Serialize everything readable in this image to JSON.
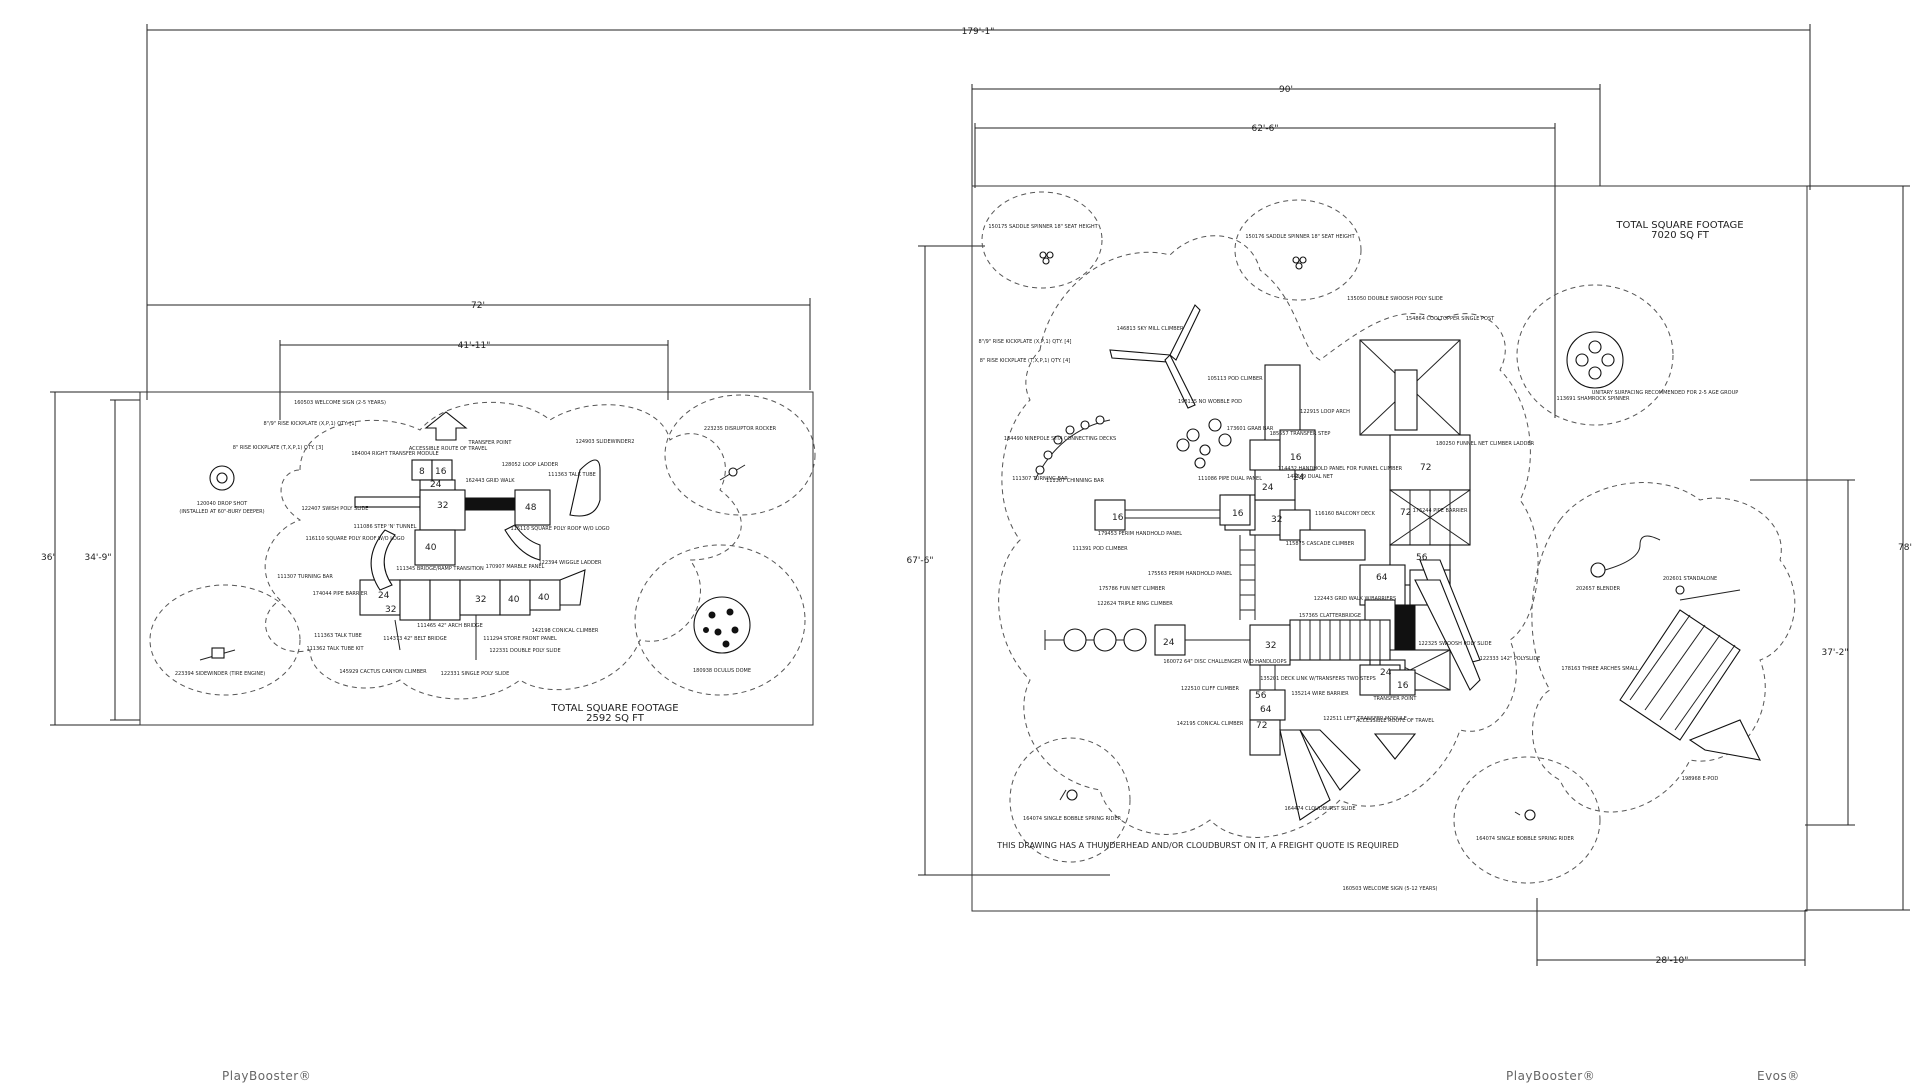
{
  "dimensions": {
    "overall_width": "179'-1\"",
    "left_width": "72'",
    "left_inner_width": "41'-11\"",
    "left_outer_height": "36'",
    "left_inner_height": "34'-9\"",
    "right_width": "90'",
    "right_inner_width": "62'-6\"",
    "right_height": "67'-6\"",
    "right_outer_height": "78'",
    "right_sub_height": "37'-2\"",
    "right_bottom_width": "28'-10\""
  },
  "left_plan": {
    "footage_title": "TOTAL SQUARE FOOTAGE",
    "footage_value": "2592 SQ FT",
    "deck_numbers": [
      "8",
      "16",
      "24",
      "32",
      "48",
      "40",
      "24",
      "32",
      "32",
      "40",
      "40"
    ],
    "labels": {
      "welcome_sign": "160503 WELCOME SIGN (2-5 YEARS)",
      "kickplate_a": "8\"/9\" RISE KICKPLATE (X,P,1) QTY. [1]",
      "kickplate_b": "8\" RISE KICKPLATE (T,X,P,1) QTY. [3]",
      "route": "ACCESSIBLE ROUTE OF TRAVEL",
      "transfer": "TRANSFER POINT",
      "slide": "124903 SLIDEWINDER2",
      "spinner": "223235 DISRUPTOR ROCKER",
      "drop_shot": "120040 DROP SHOT",
      "drop_note": "(INSTALLED AT 60\"-BURY DEEPER)",
      "rock_climber": "180938 OCULUS DOME",
      "ring": "223394 SIDEWINDER (TIRE ENGINE)",
      "bridge": "111345 BRIDGE/RAMP TRANSITION",
      "loop_ladder": "128052 LOOP LADDER",
      "talk_tube_a": "111363 TALK TUBE",
      "talk_tube_b": "111363 TALK TUBE",
      "poly_slide": "122331 SINGLE POLY SLIDE",
      "grid_walk": "162443 GRID WALK",
      "pipe_barrier": "174044 PIPE BARRIER",
      "turning_bar": "111307 TURNING BAR",
      "cactus": "145929 CACTUS CANYON CLIMBER",
      "arch_bridge": "111465 42\" ARCH BRIDGE",
      "belt_bridge": "114373 42\" BELT BRIDGE",
      "marble_panel": "170907 MARBLE PANEL",
      "conical": "142198 CONICAL CLIMBER",
      "wiggle": "122394 WIGGLE LADDER",
      "storefront": "111294 STORE FRONT PANEL",
      "slide_b": "122331 DOUBLE POLY SLIDE",
      "square_roof": "116110 SQUARE POLY ROOF W/O LOGO",
      "square_roof_b": "116110 SQUARE POLY ROOF W/O LOGO",
      "stepper": "111086 STEP 'N' TUNNEL",
      "transfer_mod": "184004 RIGHT TRANSFER MODULE",
      "tube_kit": "111362 TALK TUBE KIT",
      "sg_slide": "122407 SWISH POLY SLIDE"
    }
  },
  "right_plan": {
    "footage_title": "TOTAL SQUARE FOOTAGE",
    "footage_value": "7020 SQ FT",
    "freight_note": "THIS DRAWING HAS A THUNDERHEAD AND/OR CLOUDBURST ON IT, A FREIGHT QUOTE IS REQUIRED",
    "deck_numbers": [
      "16",
      "16",
      "24",
      "32",
      "72",
      "72",
      "56",
      "64",
      "24",
      "32",
      "24",
      "16",
      "56",
      "64",
      "72",
      "16",
      "24"
    ],
    "labels": {
      "saddle_a": "150175 SADDLE SPINNER 18\" SEAT HEIGHT",
      "saddle_b": "150176 SADDLE SPINNER 18\" SEAT HEIGHT",
      "sky_mill": "146813 SKY MILL CLIMBER",
      "kickplate_a": "8\"/9\" RISE KICKPLATE (X,P,1) QTY. [4]",
      "kickplate_b": "8\" RISE KICKPLATE (T,X,P,1) QTY. [4]",
      "pod_climber": "105113 POD CLIMBER",
      "no_wobble": "198135 NO WOBBLE POD",
      "wiggle": "122915 LOOP ARCH",
      "swirl_slide": "135050 DOUBLE SWOOSH POLY SLIDE",
      "cool_topper": "154864 COOLTOPPER SINGLE POST",
      "funnel_net": "180250 FUNNEL NET CLIMBER LADDER",
      "pipe_barrier": "176244 PIPE BARRIER",
      "balcony": "116160 BALCONY DECK",
      "rung_ladder": "114432 HANDHOLD PANEL FOR FUNNEL CLIMBER",
      "handholds": "179453 PERIM HANDHOLD PANEL",
      "cascade": "115875 CASCADE CLIMBER",
      "clatter": "157365 CLATTERBRIDGE",
      "challenger": "160072 64\" DISC CHALLENGER W/O HANDLOOPS",
      "cliff": "122510 CLIFF CLIMBER",
      "conical": "142195 CONICAL CLIMBER",
      "cloudburst": "164474 CLOUDBURST SLIDE",
      "spring_a": "164074 SINGLE BOBBLE SPRING RIDER",
      "spring_b": "164074 SINGLE BOBBLE SPRING RIDER",
      "welcome": "160503 WELCOME SIGN (5-12 YEARS)",
      "ring_climber": "122624 TRIPLE RING CLIMBER",
      "turning_bar": "111307 TURNING BAR",
      "chinning": "111307 CHINNING BAR",
      "winder": "202657 BLENDER",
      "stand_alone": "202601 STANDALONE",
      "three_arches": "178163 THREE ARCHES SMALL",
      "e_pod": "198968 E-POD",
      "spinner": "113691 SHAMROCK SPINNER",
      "unitary": "UNITARY SURFACING RECOMMENDED FOR 2-5 AGE GROUP",
      "guard": "122325 SWOOSH POLY SLIDE",
      "poly_slide": "122333 142\" POLYSLIDE",
      "transfer": "TRANSFER POINT",
      "route": "ACCESSIBLE ROUTE OF TRAVEL",
      "deck_link": "135201 DECK LINK W/TRANSFERS TWO STEPS",
      "left_transfer": "122511 LEFT TRANSFER MODULE",
      "wire_barrier": "135214 WIRE BARRIER",
      "grab_bar": "173601 GRAB BAR",
      "transfer_step": "185557 TRANSFER STEP",
      "pipe_panel": "111086 PIPE DUAL PANEL",
      "dual_net": "144249 DUAL NET",
      "perim": "175563 PERIM HANDHOLD PANEL",
      "ring_bar": "111391 POD CLIMBER",
      "fun_net": "175786 FUN NET CLIMBER",
      "grid_walk": "122443 GRID WALK W/BARRIERS",
      "nine_deck": "184490 NINEPOLE STIX CONNECTING DECKS"
    }
  },
  "brands": {
    "left": "PlayBooster®",
    "middle": "PlayBooster®",
    "right": "Evos®"
  }
}
